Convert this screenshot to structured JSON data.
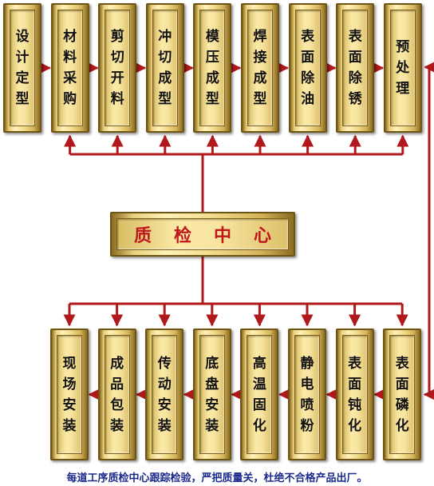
{
  "top_row": [
    "设计定型",
    "材料采购",
    "剪切开料",
    "冲切成型",
    "模压成型",
    "焊接成型",
    "表面除油",
    "表面除锈",
    "预处理"
  ],
  "bottom_row": [
    "现场安装",
    "成品包装",
    "传动安装",
    "底盘安装",
    "高温固化",
    "静电喷粉",
    "表面钝化",
    "表面磷化"
  ],
  "center": "质检中心",
  "caption": "每道工序质检中心跟踪检验，严把质量关，杜绝不合格产品出厂。",
  "colors": {
    "connector": "#b1181b",
    "center_text": "#c0171a",
    "caption": "#1b2a8c"
  }
}
